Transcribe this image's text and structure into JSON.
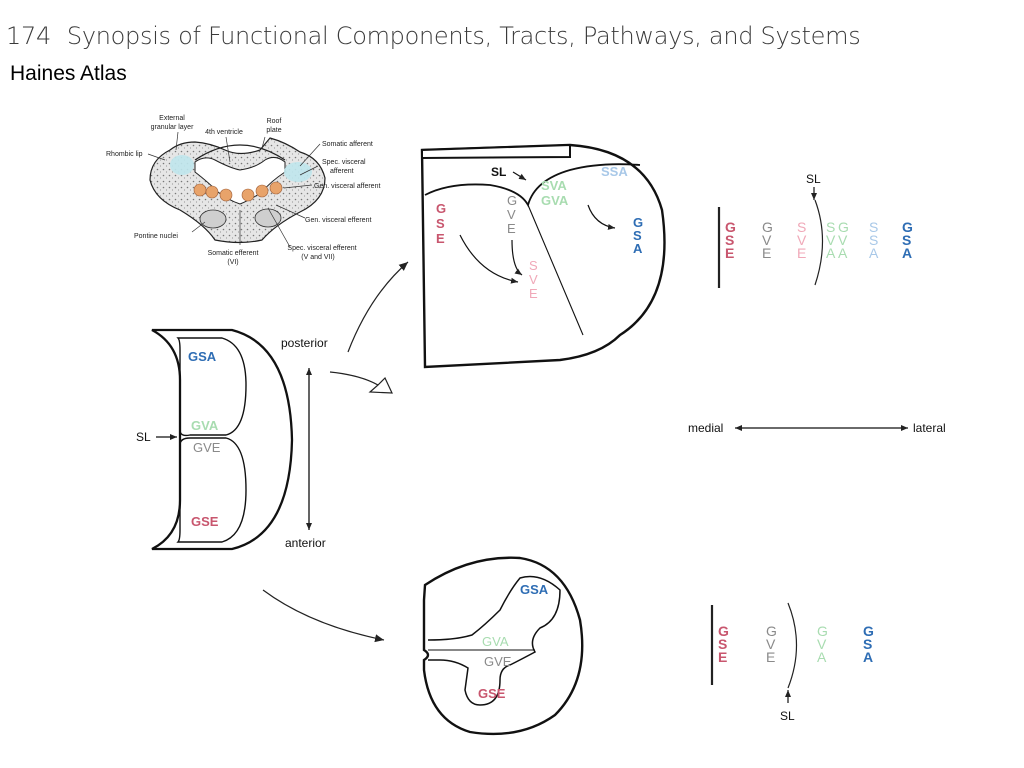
{
  "header": {
    "page_number": "174",
    "title": "Synopsis of Functional Components, Tracts, Pathways, and Systems",
    "subtitle": "Haines Atlas"
  },
  "colors": {
    "gse": "#c8566e",
    "gve": "#8a8a8a",
    "sve": "#f0a8b8",
    "gva": "#a8dcb0",
    "ssa": "#a8c8e8",
    "gsa": "#2e6db4",
    "orange": "#e8a36a",
    "cyan": "#bfe6ec"
  },
  "inset": {
    "external_granular_layer": [
      "External",
      "granular layer"
    ],
    "fourth_ventricle": "4th ventricle",
    "roof_plate": [
      "Roof",
      "plate"
    ],
    "rhombic_lip": "Rhombic lip",
    "somatic_afferent": "Somatic afferent",
    "spec_visceral_afferent": [
      "Spec. visceral",
      "afferent"
    ],
    "gen_visceral_afferent": "Gen. visceral afferent",
    "gen_visceral_efferent": "Gen. visceral efferent",
    "pontine_nuclei": "Pontine nuclei",
    "somatic_efferent": [
      "Somatic efferent",
      "(VI)"
    ],
    "spec_visceral_efferent": [
      "Spec. visceral efferent",
      "(V and VII)"
    ]
  },
  "neural_tube": {
    "gsa": "GSA",
    "gva": "GVA",
    "gve": "GVE",
    "gse": "GSE",
    "sl": "SL",
    "posterior": "posterior",
    "anterior": "anterior"
  },
  "brainstem": {
    "sl": "SL",
    "gse": [
      "G",
      "S",
      "E"
    ],
    "gve": [
      "G",
      "V",
      "E"
    ],
    "sve": [
      "S",
      "V",
      "E"
    ],
    "sva_gva": [
      "SVA",
      "GVA"
    ],
    "ssa": "SSA",
    "gsa": [
      "G",
      "S",
      "A"
    ]
  },
  "brainstem_columns": {
    "sl": "SL",
    "gse": [
      "G",
      "S",
      "E"
    ],
    "gve": [
      "G",
      "V",
      "E"
    ],
    "sve": [
      "S",
      "V",
      "E"
    ],
    "sg": [
      "S",
      "V",
      "A"
    ],
    "gv": [
      "G",
      "V",
      "A"
    ],
    "ssa": [
      "S",
      "S",
      "A"
    ],
    "gsa": [
      "G",
      "S",
      "A"
    ]
  },
  "orientation": {
    "medial": "medial",
    "lateral": "lateral"
  },
  "spinal_cord": {
    "gsa": "GSA",
    "gva": "GVA",
    "gve": "GVE",
    "gse": "GSE"
  },
  "spinal_columns": {
    "sl": "SL",
    "gse": [
      "G",
      "S",
      "E"
    ],
    "gve": [
      "G",
      "V",
      "E"
    ],
    "gva": [
      "G",
      "V",
      "A"
    ],
    "gsa": [
      "G",
      "S",
      "A"
    ]
  }
}
